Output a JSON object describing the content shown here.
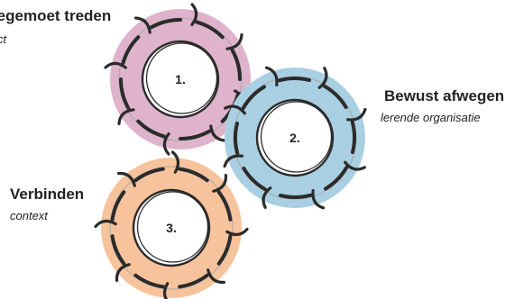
{
  "gears": [
    {
      "number": "1.",
      "color": "#dfb3cb",
      "title": "tegemoet treden",
      "subtitle": "ct"
    },
    {
      "number": "2.",
      "color": "#a9cfe3",
      "title": "Bewust afwegen",
      "subtitle": "lerende organisatie"
    },
    {
      "number": "3.",
      "color": "#f7c39c",
      "title": "Verbinden",
      "subtitle": "context"
    }
  ],
  "style": {
    "line_color": "#2b2b2b",
    "outline_color": "#a8a8a8"
  }
}
